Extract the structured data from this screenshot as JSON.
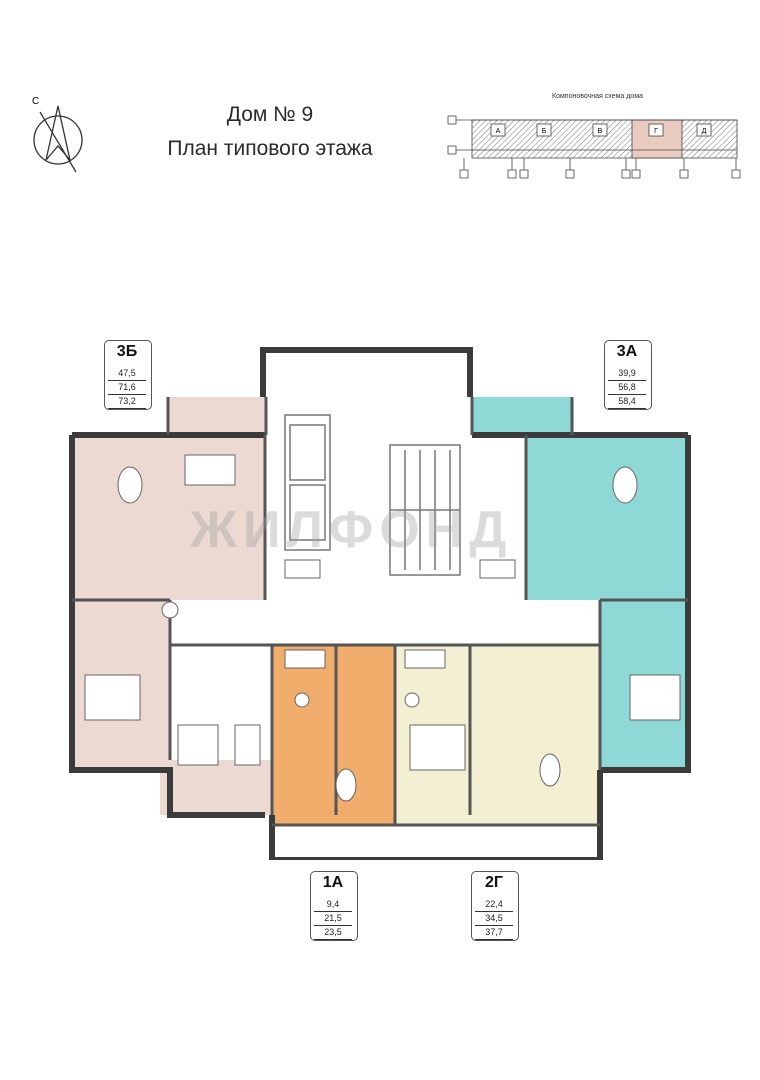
{
  "header": {
    "title_line1": "Дом № 9",
    "title_line2": "План типового этажа"
  },
  "compass": {
    "label": "С",
    "icon": "north-arrow-icon"
  },
  "key_plan": {
    "caption": "Компоновочная схема дома",
    "section_labels": [
      "А",
      "Б",
      "В",
      "Г",
      "Д"
    ],
    "highlighted_section": "Г",
    "highlight_color": "#e9cbc2"
  },
  "apartments": [
    {
      "id": "3b",
      "name": "3Б",
      "areas": [
        "47,5",
        "71,6",
        "73,2"
      ],
      "color": "#ecd9d2"
    },
    {
      "id": "3a",
      "name": "3А",
      "areas": [
        "39,9",
        "56,8",
        "58,4"
      ],
      "color": "#8ed8d6"
    },
    {
      "id": "1a",
      "name": "1А",
      "areas": [
        "9,4",
        "21,5",
        "23,5"
      ],
      "color": "#f1ad6c"
    },
    {
      "id": "2g",
      "name": "2Г",
      "areas": [
        "22,4",
        "34,5",
        "37,7"
      ],
      "color": "#f2efd3"
    }
  ],
  "watermark": "ЖИЛФОНД"
}
